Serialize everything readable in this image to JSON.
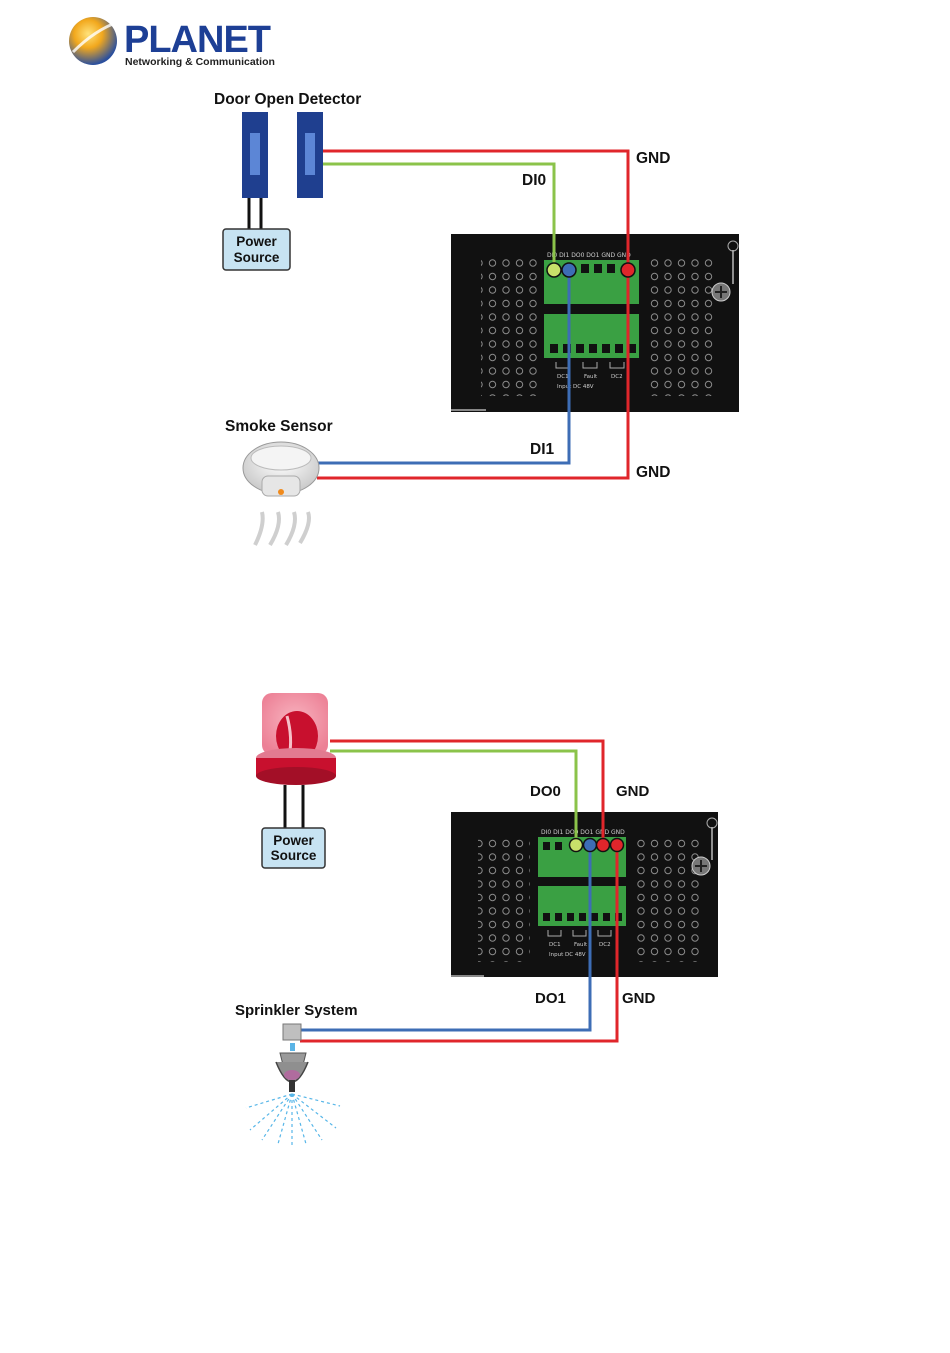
{
  "logo": {
    "brand": "PLANET",
    "tagline": "Networking & Communication"
  },
  "diagram_di": {
    "door_detector_label": "Door Open Detector",
    "power_source_line1": "Power",
    "power_source_line2": "Source",
    "smoke_sensor_label": "Smoke Sensor",
    "wire_di0": "DI0",
    "wire_di1": "DI1",
    "wire_gnd_top": "GND",
    "wire_gnd_bottom": "GND",
    "terminal_pins": "DI0 DI1 DO0 DO1 GND GND",
    "dc_labels": [
      "DC1",
      "Fault",
      "DC2"
    ],
    "input_label": "Input DC 48V"
  },
  "diagram_do": {
    "power_source_line1": "Power",
    "power_source_line2": "Source",
    "sprinkler_label": "Sprinkler System",
    "wire_do0": "DO0",
    "wire_do1": "DO1",
    "wire_gnd_top": "GND",
    "wire_gnd_bottom": "GND",
    "terminal_pins": "DI0 DI1 DO0 DO1 GND GND",
    "dc_labels": [
      "DC1",
      "Fault",
      "DC2"
    ],
    "input_label": "Input DC 48V"
  },
  "colors": {
    "wire_green": "#8bc34a",
    "wire_red": "#e0262b",
    "wire_blue": "#3d6db5",
    "device_dark": "#111111",
    "terminal_green": "#3aa043",
    "detector_blue": "#1f3f8f"
  }
}
